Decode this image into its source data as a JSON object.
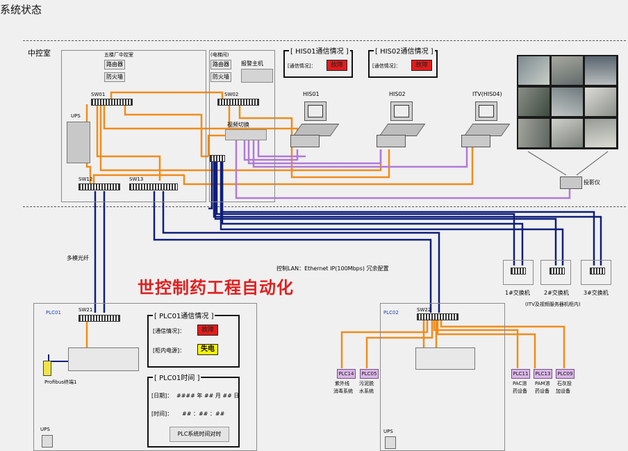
{
  "window_title": "系统状态",
  "zones": {
    "control_room": "中控室",
    "center_room_label": "五楼厂中控室",
    "elevator_room": "(电梯间)",
    "alarm_host": "报警主机",
    "video_switch": "视频切换",
    "projector": "投影仪",
    "router": "路由器",
    "firewall": "防火墙",
    "ups": "UPS"
  },
  "switches": {
    "sw01": "SW01",
    "sw02": "SW02",
    "sw12": "SW12",
    "sw13": "SW13",
    "sw21": "SW21",
    "sw22": "SW22"
  },
  "his01_status": {
    "title": "[ HIS01通信情况 ]",
    "label": "[通信情况]：",
    "value": "故障"
  },
  "his02_status": {
    "title": "[ HIS02通信情况 ]",
    "label": "[通信情况]：",
    "value": "故障"
  },
  "stations": {
    "his01": "HIS01",
    "his02": "HIS02",
    "itv": "ITV(HIS04)"
  },
  "fiber_label": "多模光纤",
  "lan_label": "控制LAN：Ethernet IP(100Mbps)  冗余配置",
  "field_switches": [
    "1#交换机",
    "2#交换机",
    "3#交换机"
  ],
  "field_switch_note": "(ITV及视频服务器机柜内)",
  "watermark": "世控制药工程自动化",
  "plc01": {
    "name": "PLC01",
    "comm_title": "[ PLC01通信情况 ]",
    "comm_label": "[通信情况]：",
    "comm_value": "故障",
    "power_label": "[柜内电源]：",
    "power_value": "失电",
    "time_title": "[ PLC01时间 ]",
    "date_label": "[日期]：",
    "date_value": "#### 年 ## 月 ## 日",
    "time_label": "[时间]：",
    "time_value": "##  ：##  ：##",
    "sync_button": "PLC系统时间对时",
    "profibus": "Profibus终端1",
    "ups": "UPS"
  },
  "plc02": {
    "name": "PLC02",
    "ups": "UPS",
    "children": [
      {
        "tag": "PLC14",
        "desc1": "紫外线",
        "desc2": "消毒系统"
      },
      {
        "tag": "PLC05",
        "desc1": "污泥脱",
        "desc2": "水系统"
      },
      {
        "tag": "PLC11",
        "desc1": "PAC溶",
        "desc2": "药设备"
      },
      {
        "tag": "PLC13",
        "desc1": "PAM溶",
        "desc2": "药设备"
      },
      {
        "tag": "PLC09",
        "desc1": "石灰投",
        "desc2": "加设备"
      }
    ]
  },
  "colors": {
    "orange": "#f08c1a",
    "navy": "#0e1f7a",
    "purple": "#b07ad6",
    "red": "#e31c1c",
    "yellow": "#f7f20a"
  }
}
